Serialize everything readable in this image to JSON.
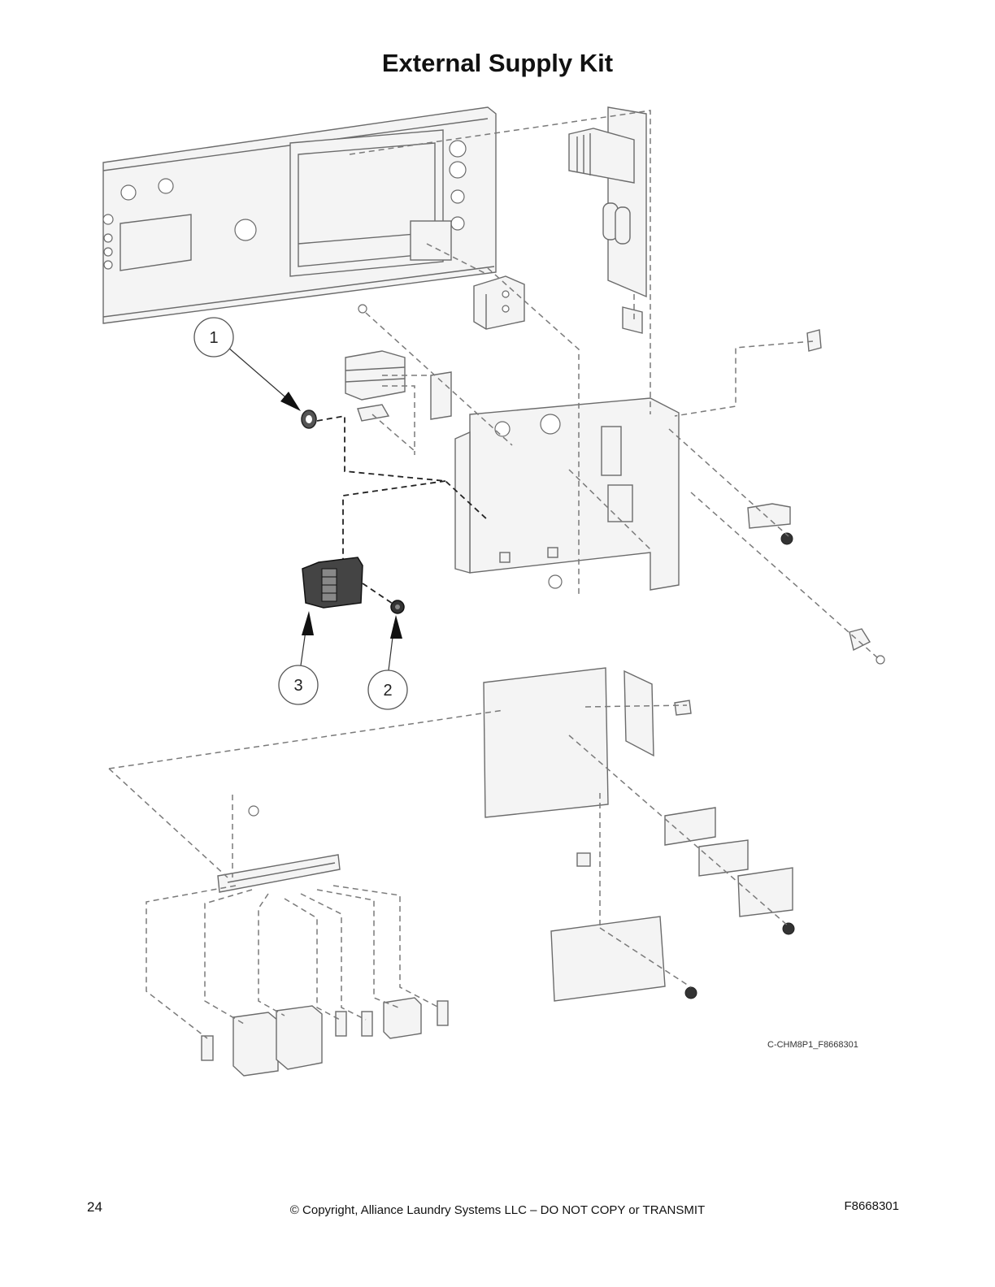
{
  "title": "External Supply Kit",
  "callouts": [
    {
      "label": "1"
    },
    {
      "label": "2"
    },
    {
      "label": "3"
    }
  ],
  "drawing_id": "C-CHM8P1_F8668301",
  "footer": {
    "page_number": "24",
    "copyright": "© Copyright, Alliance Laundry Systems LLC – DO NOT COPY or TRANSMIT",
    "doc_number": "F8668301"
  },
  "colors": {
    "line": "#6b6b6b",
    "fill": "#f4f4f4",
    "dark": "#333333"
  }
}
